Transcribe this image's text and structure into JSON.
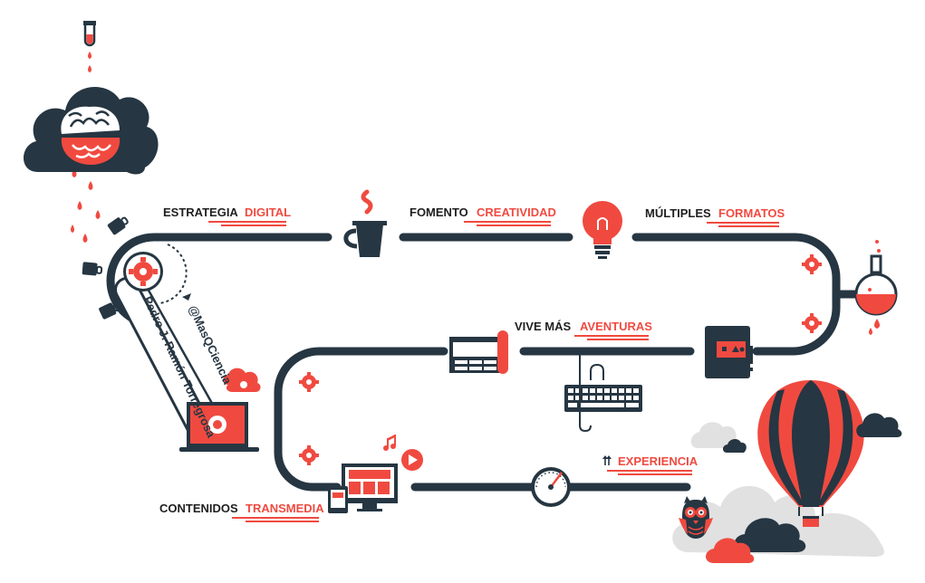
{
  "colors": {
    "accent": "#f04a40",
    "dark": "#263642",
    "text": "#1f1f1f",
    "cloud_light": "#e1e1e1"
  },
  "labels": {
    "estrategia": "ESTRATEGIA",
    "digital": "DIGITAL",
    "fomento": "FOMENTO",
    "creatividad": "CREATIVIDAD",
    "multiples": "MÚLTIPLES",
    "formatos": "FORMATOS",
    "vive_mas": "VIVE MÁS",
    "aventuras": "AVENTURAS",
    "experiencia": "EXPERIENCIA",
    "contenidos": "CONTENIDOS",
    "transmedia": "TRANSMEDIA",
    "author": "Pedro J. Ramón Torregrosa",
    "handle": "@MasQCiencia"
  },
  "icons": [
    "test-tube-icon",
    "brain-cloud-icon",
    "cup-icon",
    "gear-icon",
    "laptop-icon",
    "coffee-mug-icon",
    "lightbulb-icon",
    "flask-icon",
    "notebook-icon",
    "keyboard-icon",
    "monitor-icon",
    "devices-icon",
    "play-button-icon",
    "music-note-icon",
    "speedometer-icon",
    "hot-air-balloon-icon",
    "owl-icon",
    "cloud-icon"
  ]
}
